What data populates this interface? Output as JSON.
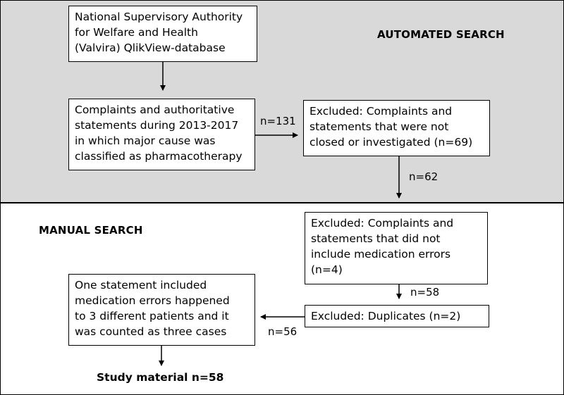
{
  "sections": {
    "automated": "AUTOMATED SEARCH",
    "manual": "MANUAL SEARCH"
  },
  "boxes": {
    "source": [
      "National Supervisory Authority",
      "for Welfare and Health",
      "(Valvira) QlikView-database"
    ],
    "complaints": [
      "Complaints and authoritative",
      "statements during 2013-2017",
      "in which major cause was",
      "classified as pharmacotherapy"
    ],
    "excluded_not_closed": [
      "Excluded: Complaints and",
      "statements that were not",
      "closed or investigated (n=69)"
    ],
    "excluded_no_errors": [
      "Excluded: Complaints and",
      "statements that did not",
      "include medication errors",
      "(n=4)"
    ],
    "excluded_duplicates": [
      "Excluded: Duplicates (n=2)"
    ],
    "statement_cases": [
      "One statement included",
      "medication errors happened",
      "to 3 different patients and it",
      "was counted as three cases"
    ]
  },
  "counts": {
    "n131": "n=131",
    "n62": "n=62",
    "n58": "n=58",
    "n56": "n=56"
  },
  "result": "Study material n=58"
}
